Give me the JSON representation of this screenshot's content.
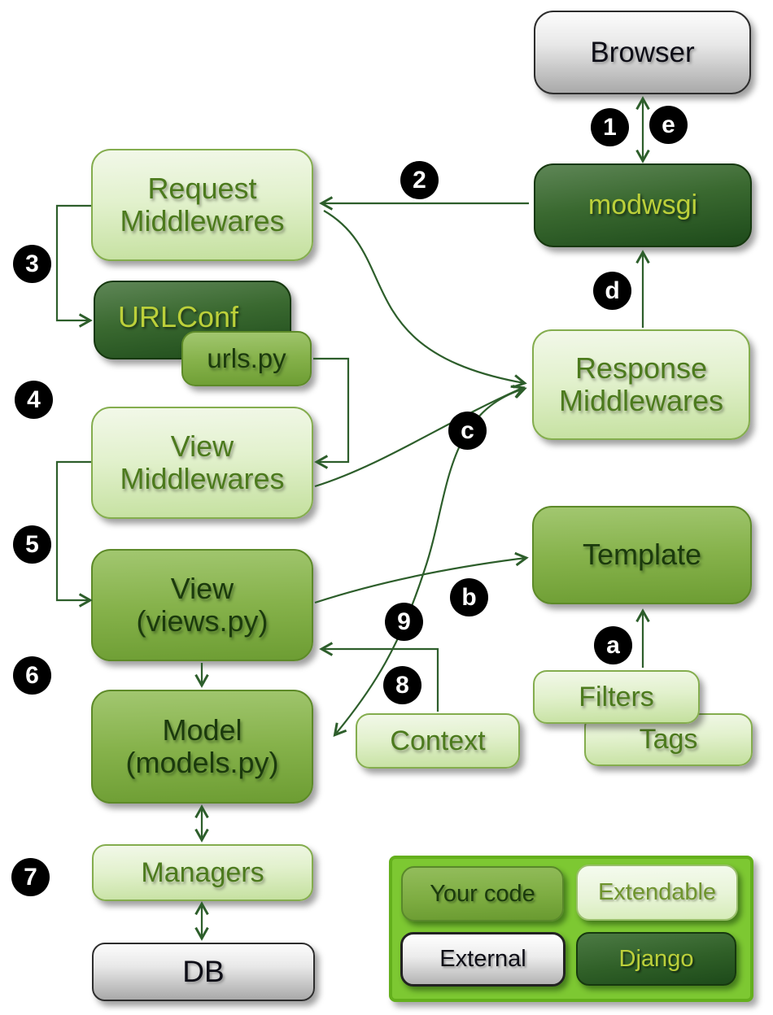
{
  "diagram": {
    "nodes": {
      "browser": {
        "label": "Browser",
        "type": "external"
      },
      "modwsgi": {
        "label": "modwsgi",
        "type": "django"
      },
      "request_middlewares": {
        "label": "Request\nMiddlewares",
        "type": "extendable"
      },
      "urlconf": {
        "label": "URLConf",
        "type": "django"
      },
      "urls_py": {
        "label": "urls.py",
        "type": "your_code"
      },
      "view_middlewares": {
        "label": "View\nMiddlewares",
        "type": "extendable"
      },
      "view": {
        "label": "View\n(views.py)",
        "type": "your_code"
      },
      "model": {
        "label": "Model\n(models.py)",
        "type": "your_code"
      },
      "managers": {
        "label": "Managers",
        "type": "extendable"
      },
      "db": {
        "label": "DB",
        "type": "external"
      },
      "response_middlewares": {
        "label": "Response\nMiddlewares",
        "type": "extendable"
      },
      "template": {
        "label": "Template",
        "type": "your_code"
      },
      "filters": {
        "label": "Filters",
        "type": "extendable"
      },
      "tags": {
        "label": "Tags",
        "type": "extendable"
      },
      "context": {
        "label": "Context",
        "type": "extendable"
      }
    },
    "badges": {
      "s1": "1",
      "s2": "2",
      "s3": "3",
      "s4": "4",
      "s5": "5",
      "s6": "6",
      "s7": "7",
      "s8": "8",
      "s9": "9",
      "la": "a",
      "lb": "b",
      "lc": "c",
      "ld": "d",
      "le": "e"
    },
    "legend": {
      "your_code": "Your code",
      "extendable": "Extendable",
      "external": "External",
      "django": "Django"
    },
    "colors": {
      "arrow": "#2d5e2b",
      "your_code_fill": "#7fae44",
      "extendable_fill": "#ddeec6",
      "django_fill": "#2e5c28",
      "external_fill": "#d9d9d9",
      "legend_background": "#7dc832",
      "badge_background": "#000000",
      "badge_text": "#ffffff"
    }
  }
}
